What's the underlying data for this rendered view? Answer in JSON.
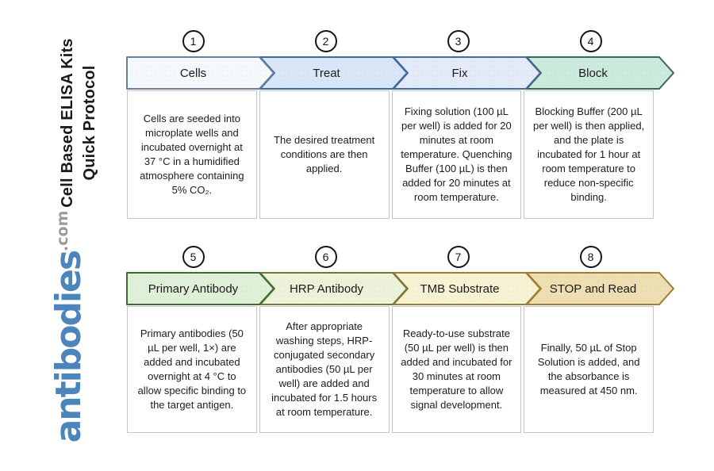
{
  "sidebar": {
    "title_line1": "Cell Based ELISA Kits",
    "title_line2": "Quick Protocol",
    "logo_name": "antibodies",
    "logo_tld": ".com",
    "logo_color": "#4c85bb",
    "logo_tld_color": "#9a9a9a"
  },
  "steps": [
    {
      "number": "1",
      "label": "Cells",
      "description": "Cells are seeded into microplate wells and incubated overnight at 37 °C in a humidified atmosphere containing 5% CO₂.",
      "fill": "#f5f9fc",
      "stroke": "#64819f"
    },
    {
      "number": "2",
      "label": "Treat",
      "description": "The desired treatment conditions are then applied.",
      "fill": "#d8e6f7",
      "stroke": "#3f689b"
    },
    {
      "number": "3",
      "label": "Fix",
      "description": "Fixing solution (100 µL per well) is added for 20 minutes at room temperature. Quenching Buffer (100 µL) is then added for 20 minutes at room temperature.",
      "fill": "#e3eaf8",
      "stroke": "#456c9e"
    },
    {
      "number": "4",
      "label": "Block",
      "description": "Blocking Buffer (200 µL per well) is then applied, and the plate is incubated for 1 hour at room temperature to reduce non-specific binding.",
      "fill": "#ccebdd",
      "stroke": "#3e665a"
    },
    {
      "number": "5",
      "label": "Primary Antibody",
      "description": "Primary antibodies (50 µL per well, 1×) are added and incubated overnight at 4 °C to allow specific binding to the target antigen.",
      "fill": "#dff0d8",
      "stroke": "#3c6b33"
    },
    {
      "number": "6",
      "label": "HRP Antibody",
      "description": "After appropriate washing steps, HRP-conjugated secondary antibodies (50 µL per well) are added and incubated for 1.5 hours at room temperature.",
      "fill": "#edf3da",
      "stroke": "#71783a"
    },
    {
      "number": "7",
      "label": "TMB Substrate",
      "description": "Ready-to-use substrate (50 µL per well) is then added and incubated for 30 minutes at room temperature to allow signal development.",
      "fill": "#f6f2d3",
      "stroke": "#9d7e32"
    },
    {
      "number": "8",
      "label": "STOP and Read",
      "description": "Finally, 50 µL of Stop Solution is added, and the absorbance is measured at 450 nm.",
      "fill": "#eedfb2",
      "stroke": "#9d7e32"
    }
  ]
}
